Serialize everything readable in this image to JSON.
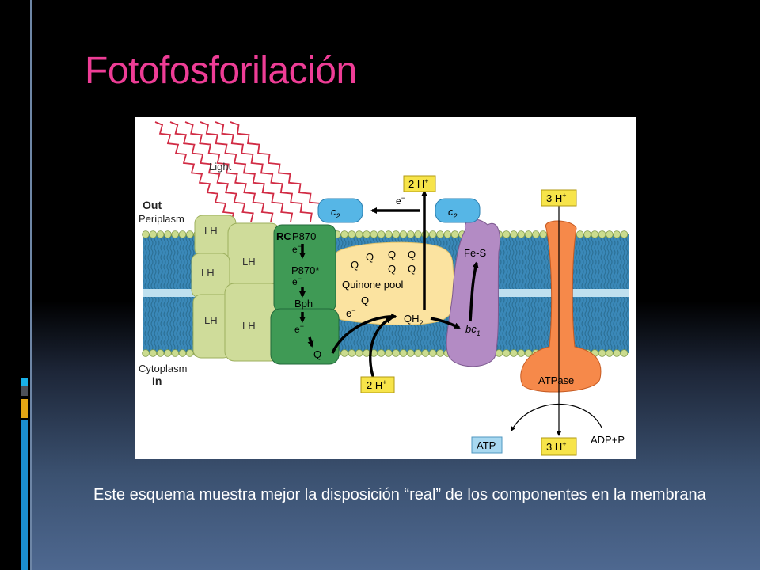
{
  "slide": {
    "title": "Fotofosforilación",
    "caption": "Este esquema muestra mejor la disposición “real” de los componentes en la membrana"
  },
  "colors": {
    "title": "#ee3d96",
    "light_waves": "#d12b44",
    "lh": "#cfdc9a",
    "rc": "#3f9a55",
    "quinone_pool": "#fbe3a0",
    "bc1": "#b38bc4",
    "atpase": "#f6894a",
    "c2": "#56b6e6",
    "h_box": "#f7e44a"
  },
  "diagram": {
    "light": "Light",
    "out": "Out",
    "periplasm": "Periplasm",
    "cytoplasm": "Cytoplasm",
    "in": "In",
    "lh": "LH",
    "rc": "RC",
    "p870": "P870",
    "p870_star": "P870*",
    "electron": "e",
    "electron_sup": "−",
    "bph": "Bph",
    "q": "Q",
    "quinone_pool": "Quinone pool",
    "qh2": "QH",
    "qh2_sub": "2",
    "c": "c",
    "c_sub": "2",
    "fes": "Fe-S",
    "bc": "bc",
    "bc_sub": "1",
    "h2_top": "2 H",
    "h2_bottom": "2 H",
    "h3_top": "3 H",
    "h3_bottom": "3 H",
    "h_sup": "+",
    "atpase": "ATPase",
    "atp": "ATP",
    "adp": "ADP+P"
  }
}
